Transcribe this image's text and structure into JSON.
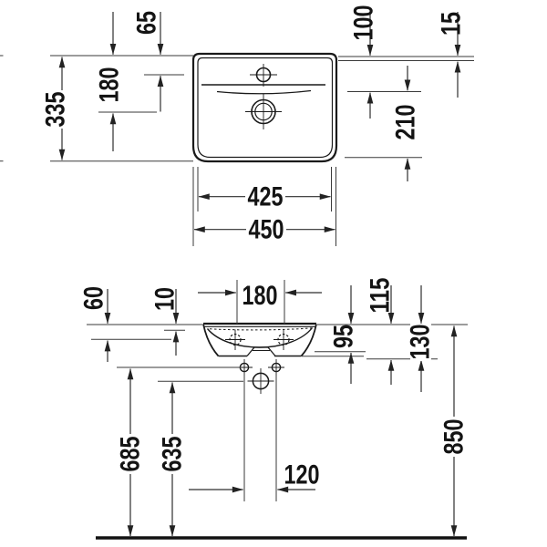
{
  "top_view": {
    "dims": {
      "d65": "65",
      "d180": "180",
      "d335": "335",
      "d100": "100",
      "d15": "15",
      "d210": "210",
      "d425": "425",
      "d450": "450"
    }
  },
  "front_view": {
    "dims": {
      "d60": "60",
      "d10": "10",
      "d180": "180",
      "d115": "115",
      "d95": "95",
      "d130": "130",
      "d685": "685",
      "d635": "635",
      "d120": "120",
      "d850": "850"
    }
  },
  "colors": {
    "background": "#ffffff",
    "product_outline": "#1a1a1a",
    "dimension_lines": "#3a3a3a",
    "text": "#141414"
  }
}
